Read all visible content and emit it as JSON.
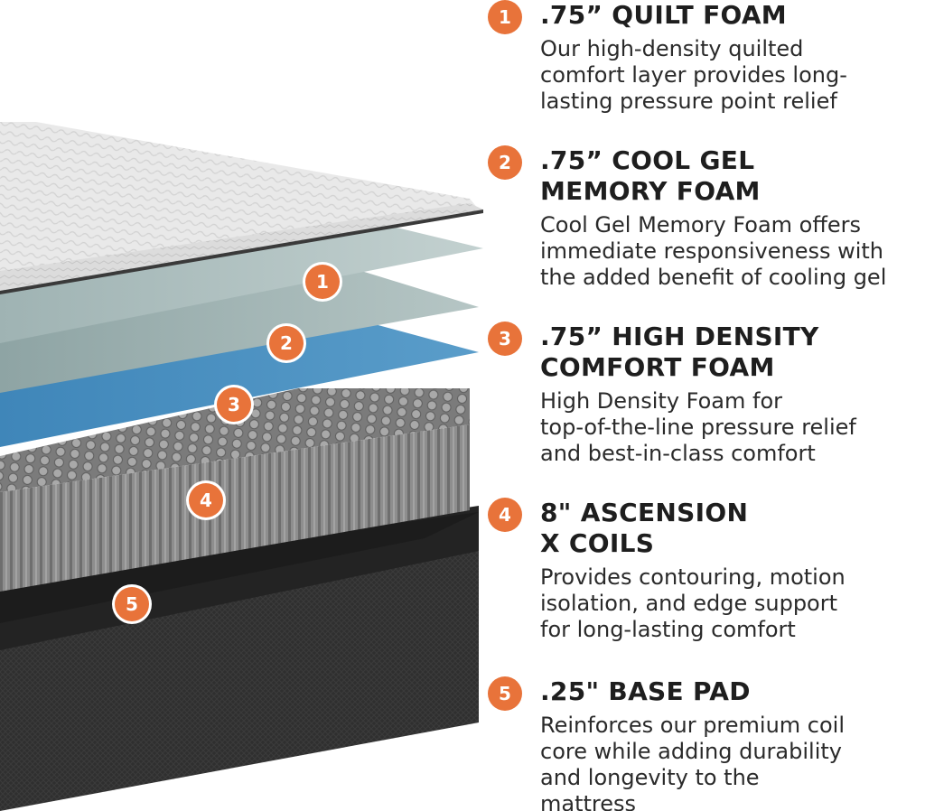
{
  "colors": {
    "accent": "#e8733a",
    "title_text": "#1e1e1e",
    "body_text": "#2a2a2a"
  },
  "layers": [
    {
      "number": "1",
      "title": ".75” QUILT FOAM",
      "description": "Our high-density quilted\ncomfort layer provides long-\nlasting pressure point relief"
    },
    {
      "number": "2",
      "title": ".75” COOL GEL\nMEMORY FOAM",
      "description": "Cool Gel Memory Foam offers\nimmediate responsiveness with\nthe added benefit of cooling gel"
    },
    {
      "number": "3",
      "title": ".75” HIGH DENSITY\nCOMFORT FOAM",
      "description": "High Density Foam for\ntop-of-the-line pressure relief\nand best-in-class comfort"
    },
    {
      "number": "4",
      "title": "8\" ASCENSION\nX COILS",
      "description": "Provides contouring, motion\nisolation, and edge support\nfor long-lasting comfort"
    },
    {
      "number": "5",
      "title": ".25\" BASE PAD",
      "description": "Reinforces our premium coil\ncore while adding durability\nand longevity to the\nmattress"
    }
  ]
}
